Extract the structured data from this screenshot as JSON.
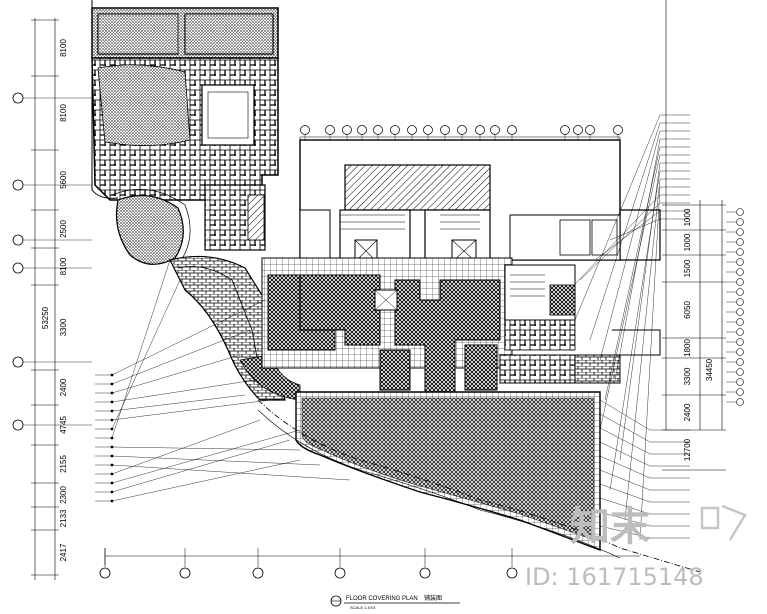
{
  "left_dimensions": {
    "overall": "53250",
    "segments": [
      "8100",
      "8100",
      "5600",
      "2500",
      "8100",
      "3300",
      "2400",
      "4745",
      "2155",
      "2300",
      "2133",
      "2417"
    ]
  },
  "right_dimensions": {
    "overall": "34450",
    "segments": [
      "1000",
      "1000",
      "1500",
      "6050",
      "1800",
      "3300",
      "2400",
      "12700"
    ]
  },
  "title_block": {
    "plan_title": "FLOOR COVERING PLAN",
    "plan_title_cn": "铺装图",
    "scale": "SCALE 1:XXX"
  },
  "watermark": {
    "logo_text": "知末",
    "id_text": "ID: 161715148"
  },
  "colors": {
    "line": "#000000",
    "background": "#ffffff",
    "watermark": "#bdbdbd"
  }
}
